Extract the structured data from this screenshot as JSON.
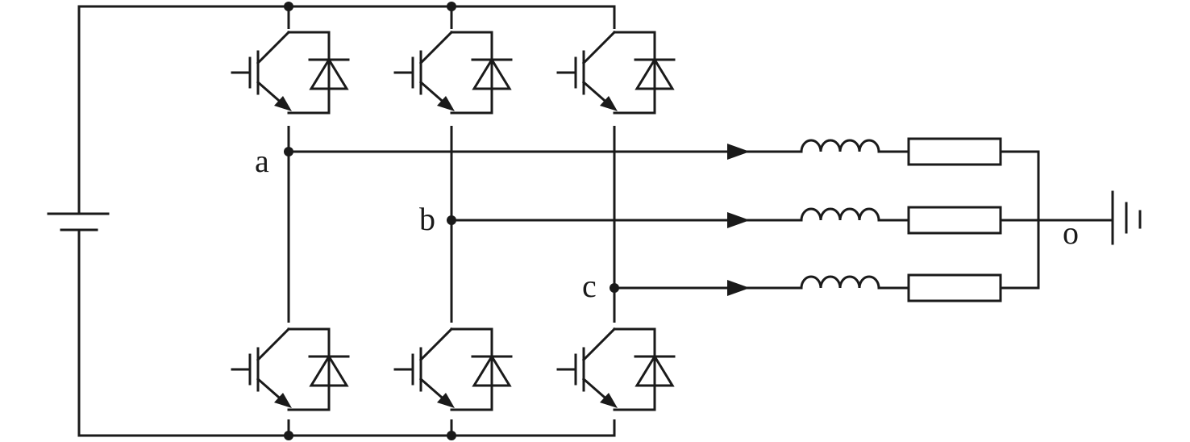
{
  "diagram": {
    "type": "three-phase two-level inverter with RL load",
    "node_labels": {
      "a": "a",
      "b": "b",
      "c": "c",
      "o": "o"
    },
    "colors": {
      "stroke": "#1a1a1a",
      "background": "#ffffff"
    },
    "components": {
      "dc_source": "battery-icon",
      "switches": "igbt-with-antiparallel-diode-icon",
      "inductor": "inductor-icon",
      "resistor": "resistor-icon",
      "ground": "ground-icon"
    }
  }
}
